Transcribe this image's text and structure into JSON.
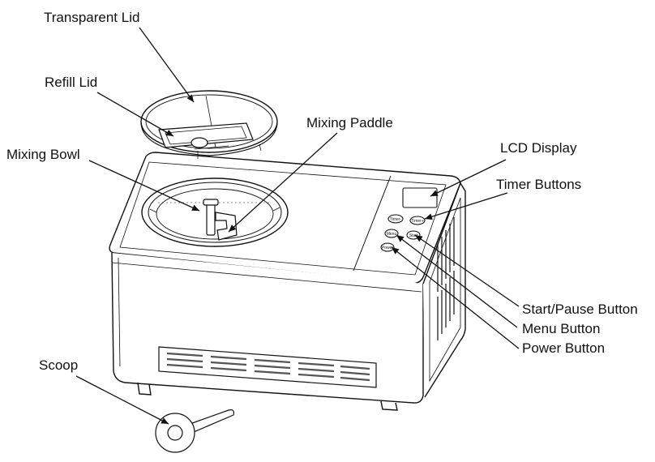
{
  "diagram": {
    "labels": {
      "transparent_lid": "Transparent Lid",
      "refill_lid": "Refill Lid",
      "mixing_paddle": "Mixing Paddle",
      "mixing_bowl": "Mixing Bowl",
      "lcd_display": "LCD Display",
      "timer_buttons": "Timer Buttons",
      "start_pause_button": "Start/Pause Button",
      "menu_button": "Menu Button",
      "power_button": "Power Button",
      "scoop": "Scoop"
    },
    "button_text": {
      "timer_minus": "Timer-",
      "timer_plus": "Timer+",
      "menu": "Menu",
      "start": "Start",
      "power": "Power"
    },
    "colors": {
      "line": "#111111",
      "background": "#ffffff",
      "grille": "#555555"
    }
  }
}
